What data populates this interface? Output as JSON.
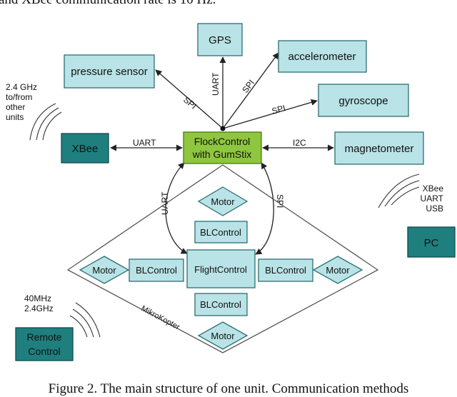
{
  "top_text": "and XBee communication rate is 10 Hz.",
  "caption": "Figure 2.   The main structure of one unit. Communication methods",
  "colors": {
    "sensor_fill": "#b9e3e6",
    "sensor_stroke": "#2b6f74",
    "teal_fill": "#1f7f7f",
    "teal_stroke": "#0f4b4b",
    "core_fill": "#8ec63f",
    "core_stroke": "#4a7a12",
    "line": "#222222"
  },
  "nodes": {
    "gps": "GPS",
    "accelerometer": "accelerometer",
    "pressure_sensor": "pressure sensor",
    "gyroscope": "gyroscope",
    "magnetometer": "magnetometer",
    "xbee": "XBee",
    "flockcontrol_line1": "FlockControl",
    "flockcontrol_line2": "with GumStix",
    "pc": "PC",
    "remote_line1": "Remote",
    "remote_line2": "Control",
    "motor_top": "Motor",
    "motor_left": "Motor",
    "motor_right": "Motor",
    "motor_bottom": "Motor",
    "blcontrol_top": "BLControl",
    "blcontrol_left": "BLControl",
    "blcontrol_right": "BLControl",
    "blcontrol_bottom": "BLControl",
    "flightcontrol": "FlightControl",
    "mikrokopter": "MikroKopter"
  },
  "links": {
    "spi_pressure": "SPI",
    "uart_gps": "UART",
    "spi_accel": "SPI",
    "spi_gyro": "SPI",
    "uart_xbee": "UART",
    "i2c_mag": "I2C",
    "uart_flight": "UART",
    "spi_flight": "SPI"
  },
  "annotations": {
    "xbee_signal": [
      "2.4 GHz",
      "to/from",
      "other",
      "units"
    ],
    "pc_signal": [
      "XBee",
      "UART",
      "USB"
    ],
    "remote_signal": [
      "40MHz",
      "2.4GHz"
    ]
  }
}
